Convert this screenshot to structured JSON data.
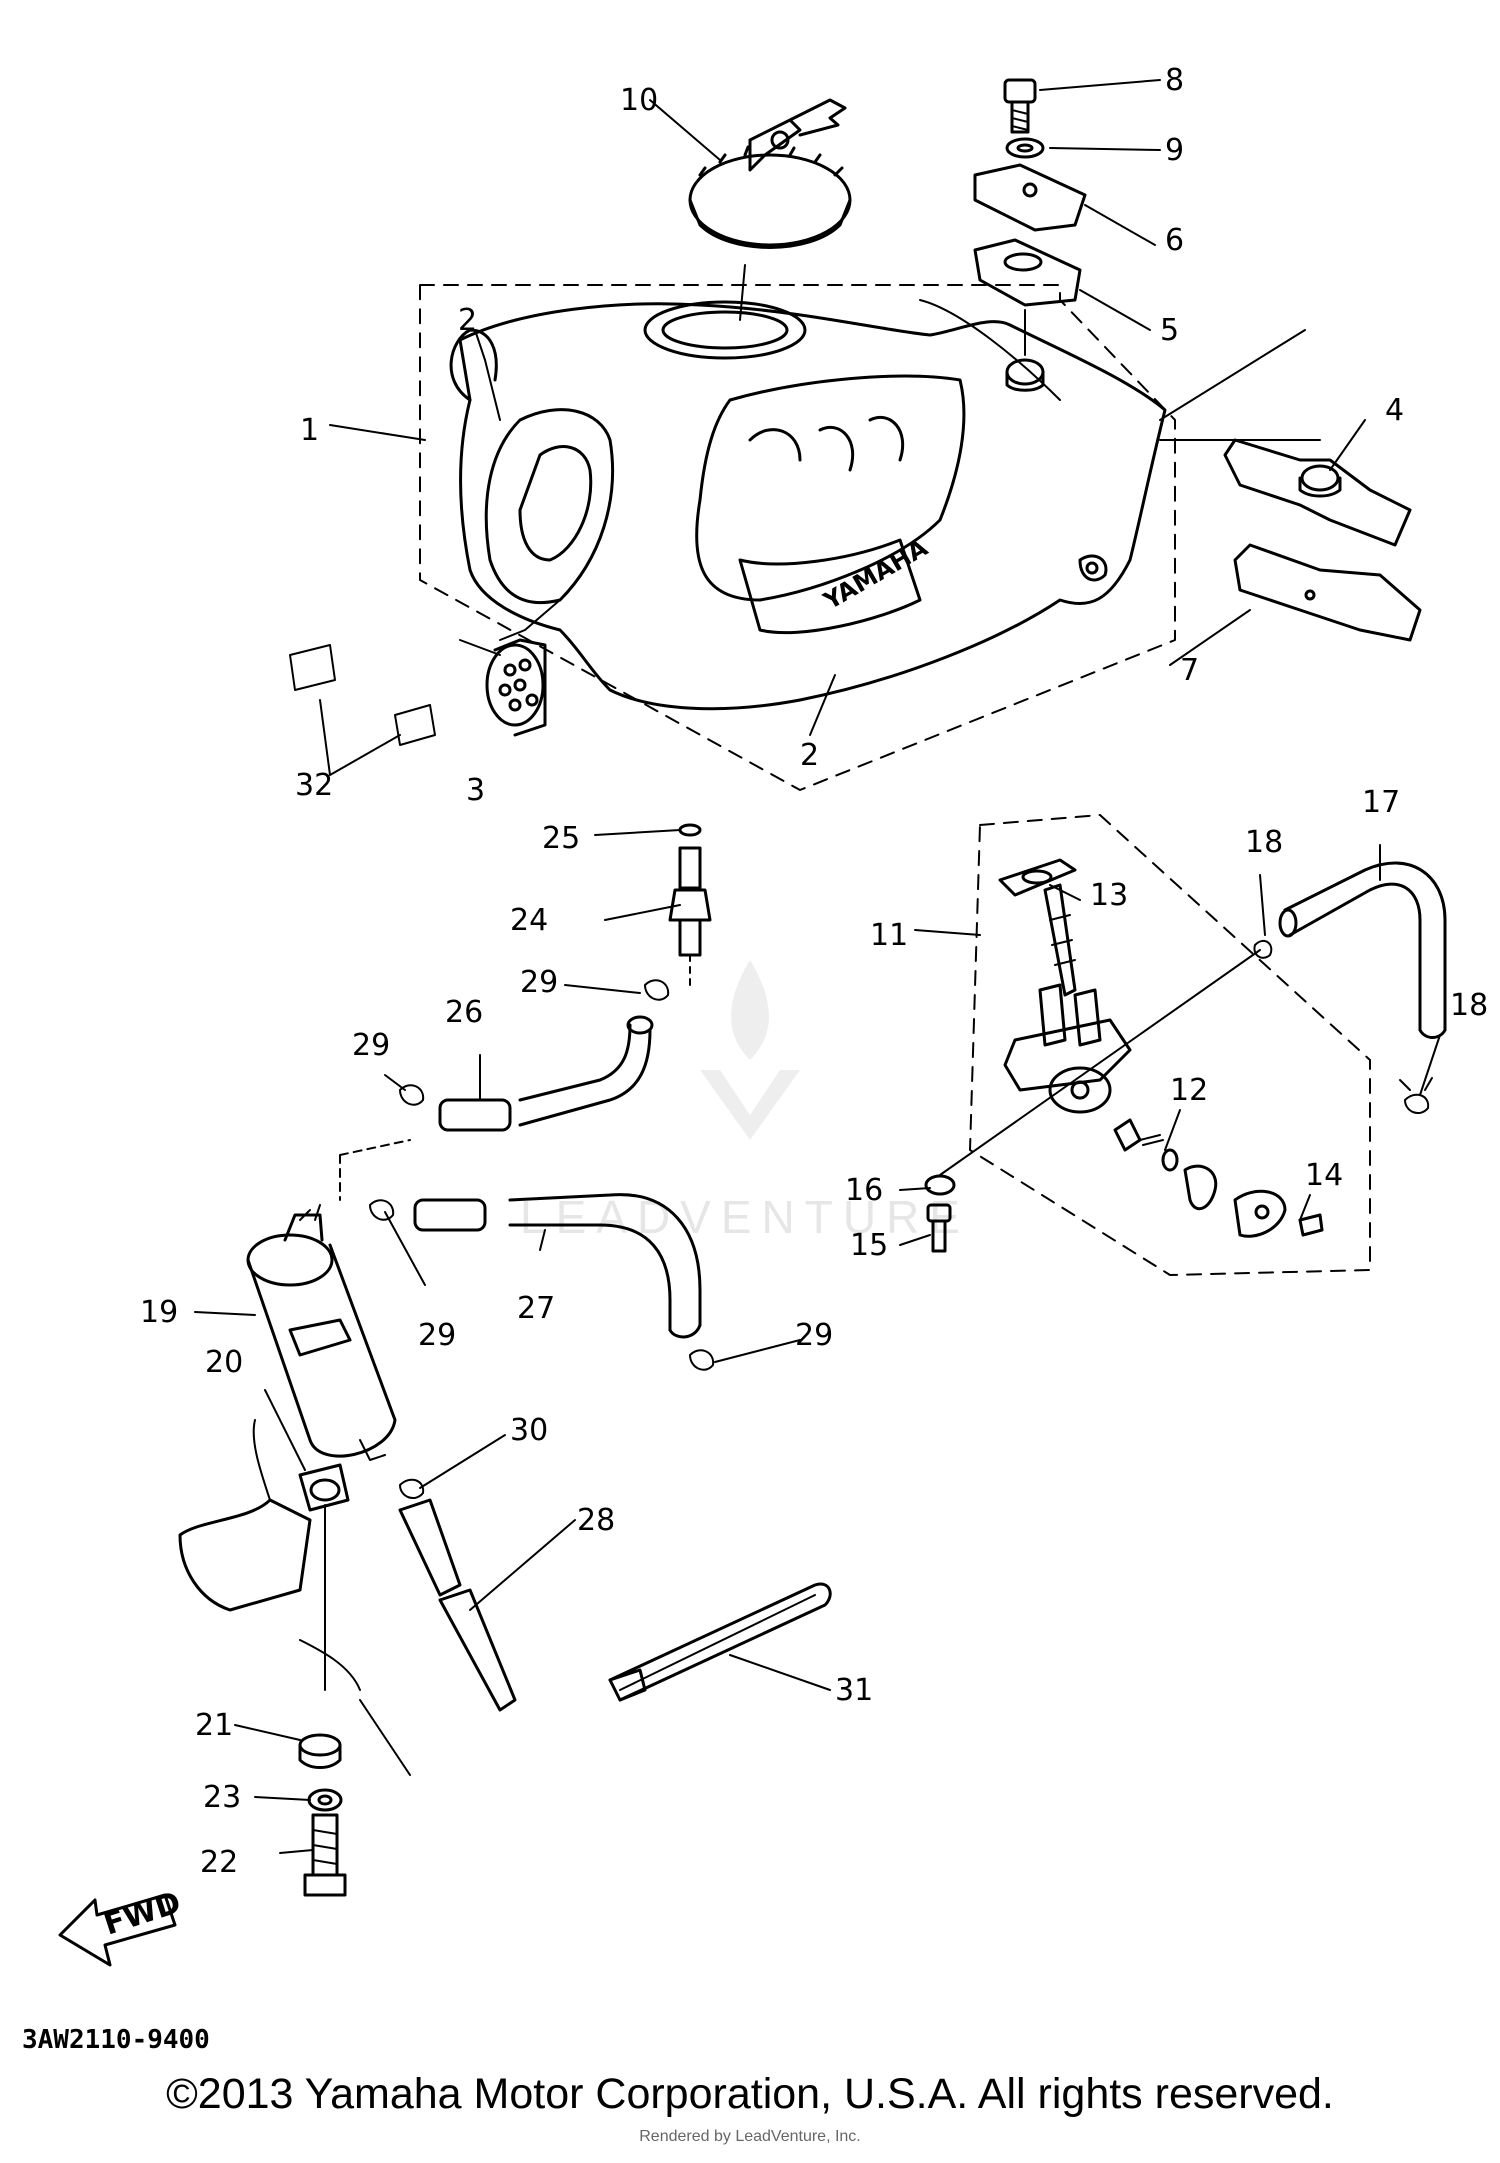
{
  "diagram": {
    "callouts": [
      "1",
      "2",
      "2",
      "3",
      "4",
      "5",
      "6",
      "7",
      "8",
      "9",
      "10",
      "11",
      "12",
      "13",
      "14",
      "15",
      "16",
      "17",
      "18",
      "18",
      "19",
      "20",
      "21",
      "22",
      "23",
      "24",
      "25",
      "26",
      "27",
      "28",
      "29",
      "29",
      "29",
      "29",
      "30",
      "31",
      "32"
    ],
    "fwd_label": "FWD",
    "part_code": "3AW2110-9400",
    "tank_logo": "YAMAHA"
  },
  "watermark": {
    "text": "LEADVENTURE"
  },
  "footer": {
    "copyright": "©2013 Yamaha Motor Corporation, U.S.A. All rights reserved.",
    "rendered_by": "Rendered by LeadVenture, Inc."
  }
}
